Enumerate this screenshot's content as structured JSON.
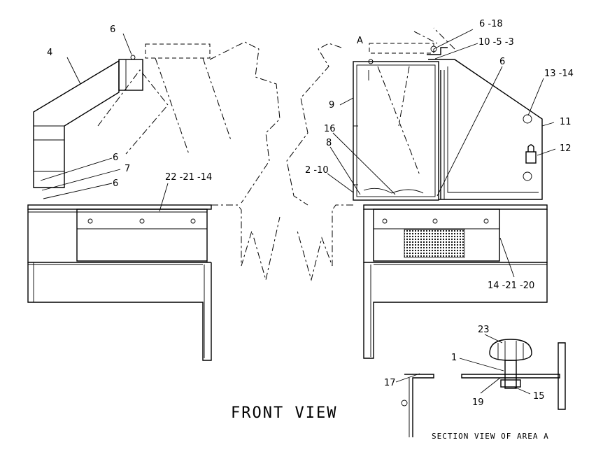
{
  "labels": {
    "l4": "4",
    "l6_top_left": "6",
    "l6_left_a": "6",
    "l7": "7",
    "l6_left_b": "6",
    "l22_21_14": "22 -21 -14",
    "lA": "A",
    "l6_18": "6 -18",
    "l10_5_3": "10 -5 -3",
    "l6_right": "6",
    "l13_14": "13 -14",
    "l11": "11",
    "l12": "12",
    "l9": "9",
    "l16": "16",
    "l8": "8",
    "l2_10": "2 -10",
    "l14_21_20": "14 -21 -20",
    "l23": "23",
    "l1": "1",
    "l17": "17",
    "l19": "19",
    "l15": "15"
  },
  "titles": {
    "front_view": "FRONT VIEW",
    "section_view": "SECTION VIEW OF AREA A"
  }
}
